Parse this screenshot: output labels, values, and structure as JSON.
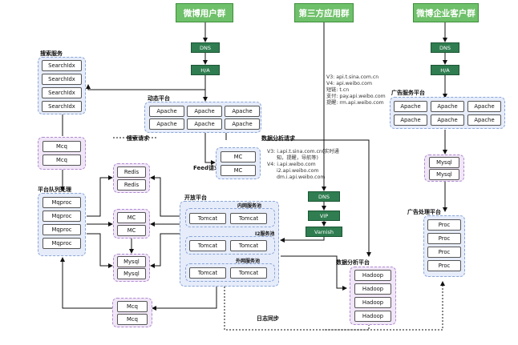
{
  "headers": {
    "weibo_users": "微博用户群",
    "third_party": "第三方应用群",
    "enterprise": "微博企业客户群"
  },
  "tags": {
    "dns": "DNS",
    "ha": "H/A",
    "vip": "VIP",
    "varnish": "Varnish"
  },
  "labels": {
    "search_service": "搜索服务",
    "dynamic_platform": "动态平台",
    "ad_service_platform": "广告服务平台",
    "platform_queue": "平台队列处理",
    "open_platform": "开放平台",
    "inner_pool": "内网服务池",
    "i2_pool": "I2服务池",
    "outer_pool": "外网服务池",
    "data_analysis_platform": "数据分析平台",
    "ad_processing_platform": "广告处理平台",
    "search_request": "搜索请求",
    "data_analysis_request": "数据分析请求",
    "feed_request": "Feed请求",
    "log_sync": "日志同步"
  },
  "api_notes": {
    "top": [
      "V3: api.t.sina.com.cn",
      "V4: api.weibo.com",
      "短链: t.cn",
      "支付: pay.api.weibo.com",
      "提醒: rm.api.weibo.com"
    ],
    "mid": [
      "V3:   i.api.t.sina.com.cn(实时通",
      "知，提醒，导航等)",
      "V4:   i.api.weibo.com",
      "i2.api.weibo.com",
      "dm.i.api.weibo.com"
    ]
  },
  "nodes": {
    "searchidx": "SearchIdx",
    "apache": "Apache",
    "mcq": "Mcq",
    "mc": "MC",
    "redis": "Redis",
    "mqproc": "Mqproc",
    "mysql": "Mysql",
    "tomcat": "Tomcat",
    "hadoop": "Hadoop",
    "proc": "Proc"
  }
}
